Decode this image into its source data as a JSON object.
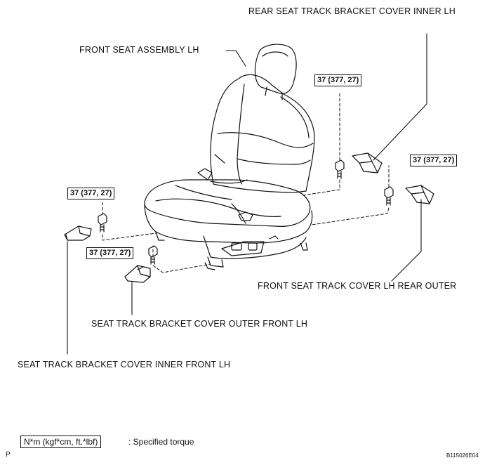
{
  "labels": {
    "rear_cover_inner": "REAR SEAT TRACK BRACKET COVER INNER LH",
    "front_seat_assembly": "FRONT SEAT ASSEMBLY LH",
    "front_track_cover_rear_outer": "FRONT SEAT TRACK COVER LH REAR OUTER",
    "cover_outer_front": "SEAT TRACK BRACKET COVER OUTER FRONT LH",
    "cover_inner_front": "SEAT TRACK BRACKET COVER INNER FRONT LH"
  },
  "torques": {
    "rear_inner": "37 (377, 27)",
    "rear_outer": "37 (377, 27)",
    "front_inner": "37 (377, 27)",
    "front_outer": "37 (377, 27)"
  },
  "legend": {
    "unit": "N*m (kgf*cm, ft.*lbf)",
    "description": ": Specified torque"
  },
  "figure_code": "B115026E04",
  "page_mark": "P"
}
